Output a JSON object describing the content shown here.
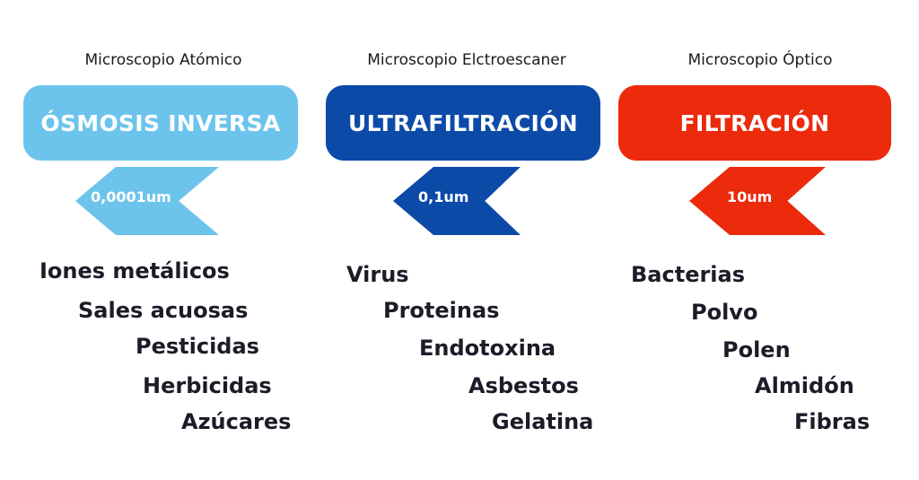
{
  "columns": [
    {
      "scope": "Microscopio Atómico",
      "process": "ÓSMOSIS INVERSA",
      "size": "0,0001um",
      "color": "#6cc4ec",
      "items": [
        "Iones metálicos",
        "Sales acuosas",
        "Pesticidas",
        "Herbicidas",
        "Azúcares"
      ]
    },
    {
      "scope": "Microscopio Elctroescaner",
      "process": "ULTRAFILTRACIÓN",
      "size": "0,1um",
      "color": "#0c4aa8",
      "items": [
        "Virus",
        "Proteinas",
        "Endotoxina",
        "Asbestos",
        "Gelatina"
      ]
    },
    {
      "scope": "Microscopio Óptico",
      "process": "FILTRACIÓN",
      "size": "10um",
      "color": "#ec2a0c",
      "items": [
        "Bacterias",
        "Polvo",
        "Polen",
        "Almidón",
        "Fibras"
      ]
    }
  ]
}
